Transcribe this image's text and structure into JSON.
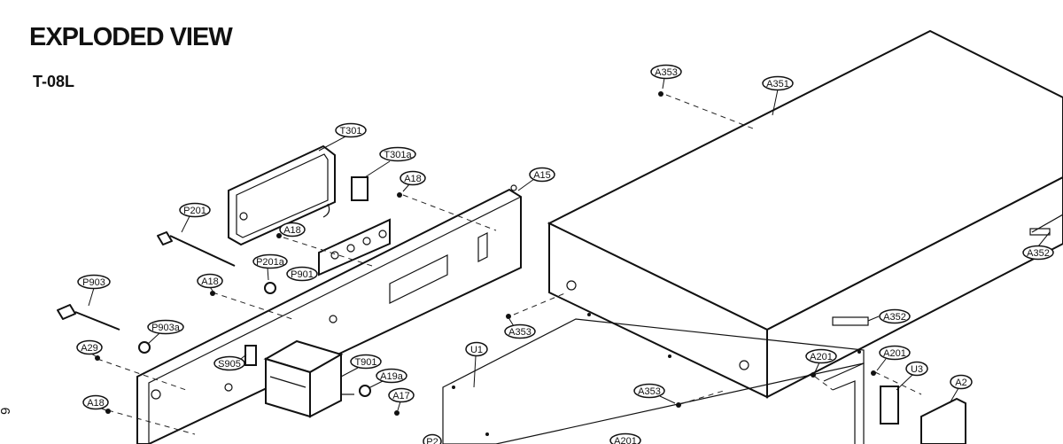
{
  "document": {
    "title": "EXPLODED VIEW",
    "model": "T-08L",
    "page_number": "9"
  },
  "callouts": [
    "A353",
    "A351",
    "T301",
    "T301a",
    "A18",
    "A15",
    "P201",
    "A18",
    "P201a",
    "P901",
    "P903",
    "A18",
    "P903a",
    "A29",
    "S905",
    "T901",
    "A19a",
    "A17",
    "A18",
    "U1",
    "A353",
    "A352",
    "A352",
    "A201",
    "A201",
    "U3",
    "A2",
    "A353",
    "A201",
    "P2"
  ]
}
